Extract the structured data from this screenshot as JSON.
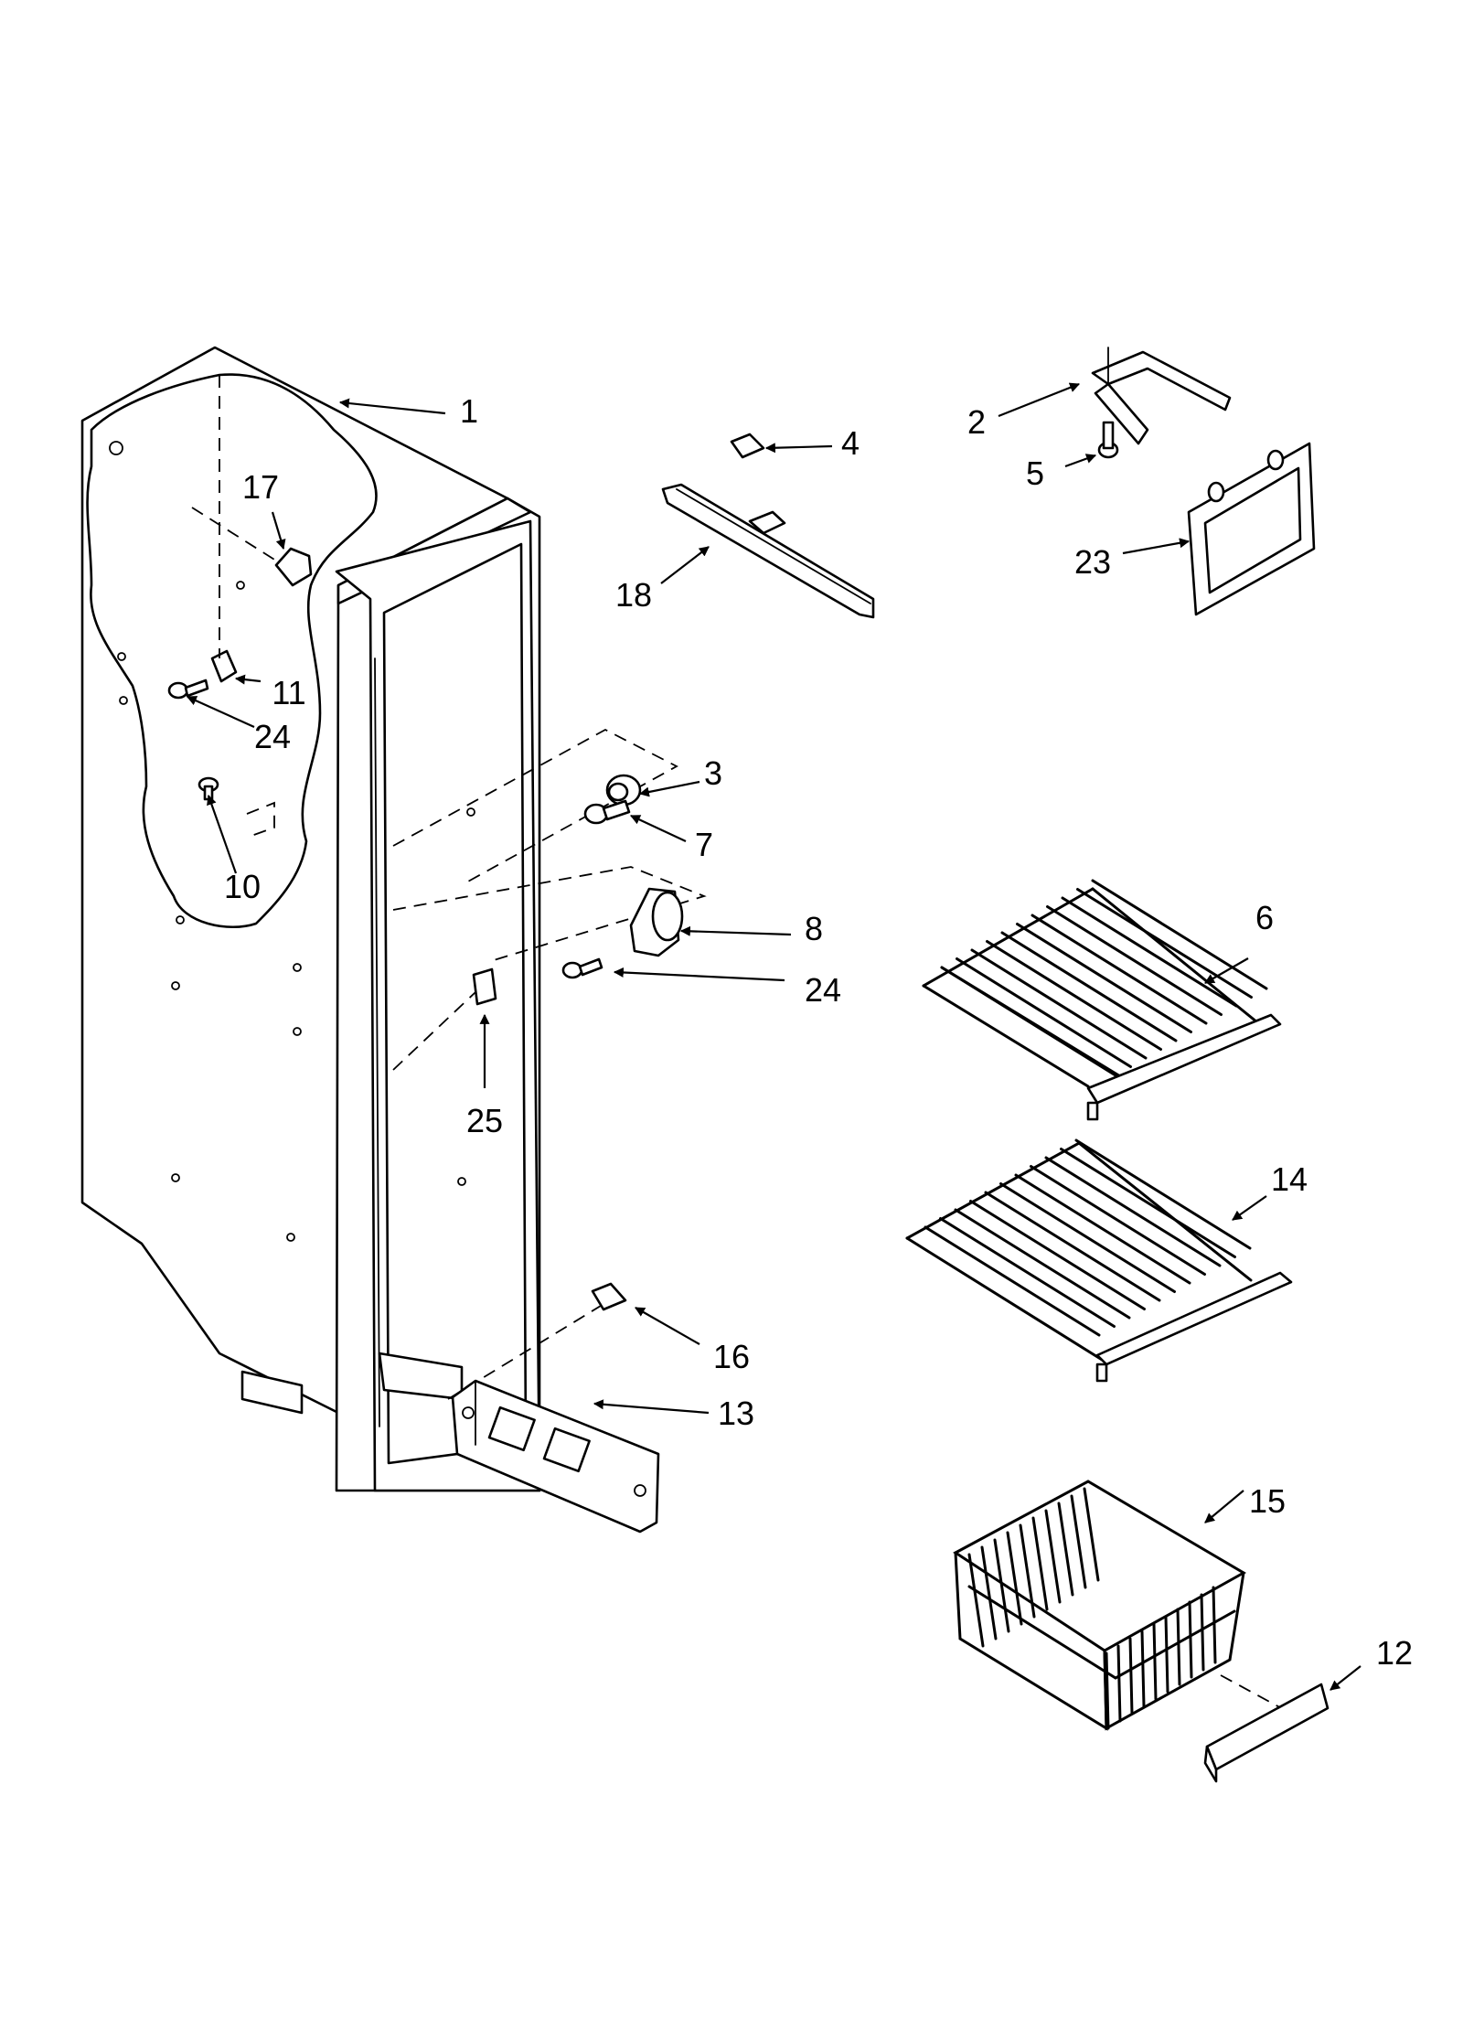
{
  "diagram": {
    "callouts": [
      {
        "id": "c1",
        "label": "1"
      },
      {
        "id": "c2",
        "label": "2"
      },
      {
        "id": "c3",
        "label": "3"
      },
      {
        "id": "c4",
        "label": "4"
      },
      {
        "id": "c5",
        "label": "5"
      },
      {
        "id": "c6",
        "label": "6"
      },
      {
        "id": "c7",
        "label": "7"
      },
      {
        "id": "c8",
        "label": "8"
      },
      {
        "id": "c10",
        "label": "10"
      },
      {
        "id": "c11",
        "label": "11"
      },
      {
        "id": "c12",
        "label": "12"
      },
      {
        "id": "c13",
        "label": "13"
      },
      {
        "id": "c14",
        "label": "14"
      },
      {
        "id": "c15",
        "label": "15"
      },
      {
        "id": "c16",
        "label": "16"
      },
      {
        "id": "c17",
        "label": "17"
      },
      {
        "id": "c18",
        "label": "18"
      },
      {
        "id": "c23",
        "label": "23"
      },
      {
        "id": "c24a",
        "label": "24"
      },
      {
        "id": "c24b",
        "label": "24"
      },
      {
        "id": "c25",
        "label": "25"
      }
    ]
  }
}
